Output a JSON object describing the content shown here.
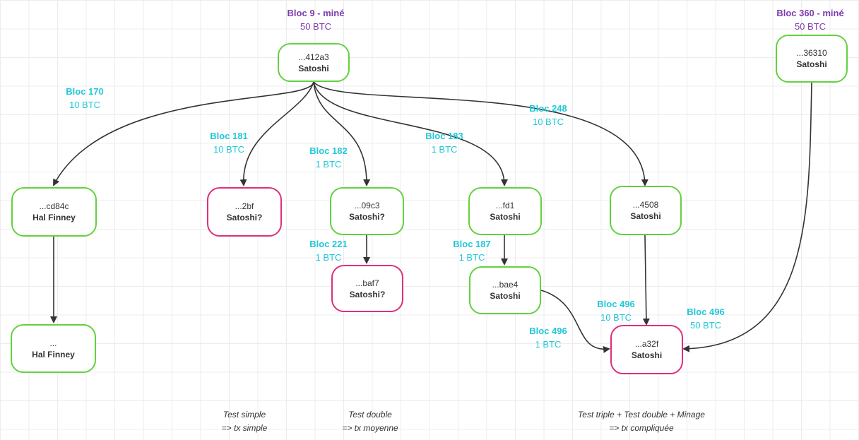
{
  "colors": {
    "node_border_green": "#63d13e",
    "node_border_pink": "#df2e7d",
    "label_cyan": "#20c8d8",
    "label_purple": "#7d3cad",
    "arrow": "#333333"
  },
  "nodes": {
    "n412a3": {
      "addr": "...412a3",
      "owner": "Satoshi"
    },
    "n36310": {
      "addr": "...36310",
      "owner": "Satoshi"
    },
    "ncd84c": {
      "addr": "...cd84c",
      "owner": "Hal Finney"
    },
    "nhal2": {
      "addr": "...",
      "owner": "Hal Finney"
    },
    "n2bf": {
      "addr": "...2bf",
      "owner": "Satoshi?"
    },
    "n09c3": {
      "addr": "...09c3",
      "owner": "Satoshi?"
    },
    "nbaf7": {
      "addr": "...baf7",
      "owner": "Satoshi?"
    },
    "nfd1": {
      "addr": "...fd1",
      "owner": "Satoshi"
    },
    "nbae4": {
      "addr": "...bae4",
      "owner": "Satoshi"
    },
    "n4508": {
      "addr": "...4508",
      "owner": "Satoshi"
    },
    "na32f": {
      "addr": "...a32f",
      "owner": "Satoshi"
    }
  },
  "labels": {
    "b9": {
      "block": "Bloc 9 - miné",
      "amount": "50 BTC"
    },
    "b360": {
      "block": "Bloc 360 - miné",
      "amount": "50 BTC"
    },
    "b170": {
      "block": "Bloc 170",
      "amount": "10 BTC"
    },
    "b181": {
      "block": "Bloc 181",
      "amount": "10 BTC"
    },
    "b182": {
      "block": "Bloc 182",
      "amount": "1 BTC"
    },
    "b183": {
      "block": "Bloc 183",
      "amount": "1 BTC"
    },
    "b248": {
      "block": "Bloc 248",
      "amount": "10 BTC"
    },
    "b221": {
      "block": "Bloc 221",
      "amount": "1 BTC"
    },
    "b187": {
      "block": "Bloc 187",
      "amount": "1 BTC"
    },
    "b496a": {
      "block": "Bloc 496",
      "amount": "10 BTC"
    },
    "b496b": {
      "block": "Bloc 496",
      "amount": "50 BTC"
    },
    "b496c": {
      "block": "Bloc 496",
      "amount": "1 BTC"
    }
  },
  "notes": {
    "simple": {
      "line1": "Test simple",
      "line2": "=> tx simple"
    },
    "double": {
      "line1": "Test double",
      "line2": "=> tx moyenne"
    },
    "triple": {
      "line1": "Test triple + Test double + Minage",
      "line2": "=> tx compliquée"
    }
  }
}
